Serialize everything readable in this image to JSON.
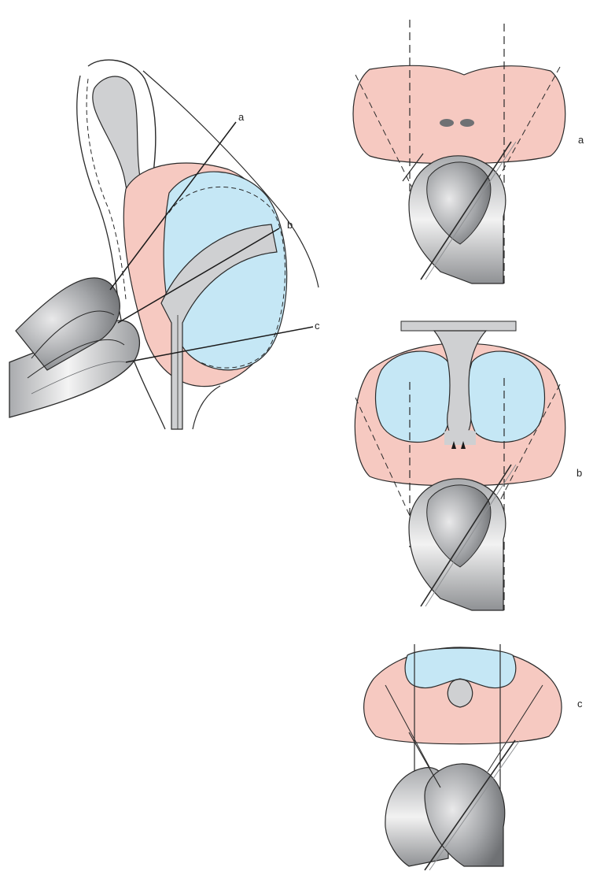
{
  "labels": {
    "side_a": "a",
    "side_b": "b",
    "side_c": "c",
    "panel_a": "a",
    "panel_b": "b",
    "panel_c": "c"
  },
  "colors": {
    "prostate": "#f6c9c1",
    "tissue_blue": "#c5e7f5",
    "grey": "#cfd0d2",
    "dark_grey": "#8e9093",
    "outline": "#2a2a2a"
  }
}
